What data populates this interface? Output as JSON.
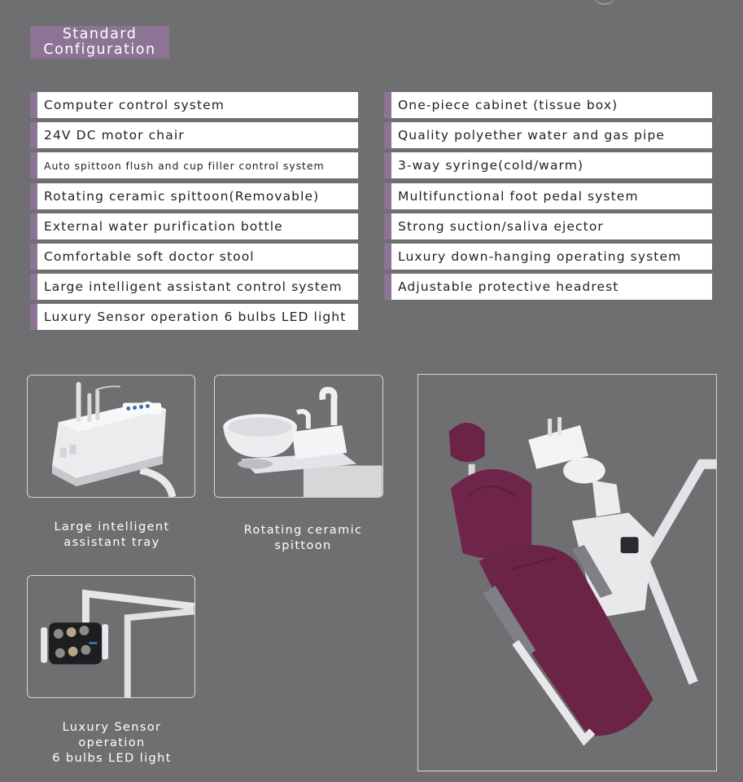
{
  "header": {
    "title_line1": "Standard",
    "title_line2": "Configuration"
  },
  "features_left": [
    "Computer control system",
    "24V DC motor chair",
    "Auto spittoon flush and cup filler control system",
    "Rotating ceramic spittoon(Removable)",
    "External water purification bottle",
    "Comfortable soft doctor stool",
    "Large intelligent assistant control system",
    "Luxury Sensor operation 6 bulbs LED light"
  ],
  "features_right": [
    "One-piece cabinet (tissue box)",
    "Quality polyether water and gas pipe",
    "3-way syringe(cold/warm)",
    "Multifunctional foot pedal system",
    "Strong suction/saliva ejector",
    "Luxury down-hanging operating system",
    "Adjustable protective headrest"
  ],
  "captions": {
    "tray": [
      "Large intelligent",
      "assistant tray"
    ],
    "spittoon": [
      "Rotating ceramic",
      "spittoon"
    ],
    "light": [
      "Luxury Sensor",
      "operation",
      "6 bulbs LED light"
    ]
  },
  "colors": {
    "background": "#6f6f71",
    "accent": "#8d7394",
    "upholstery": "#6b2346"
  }
}
